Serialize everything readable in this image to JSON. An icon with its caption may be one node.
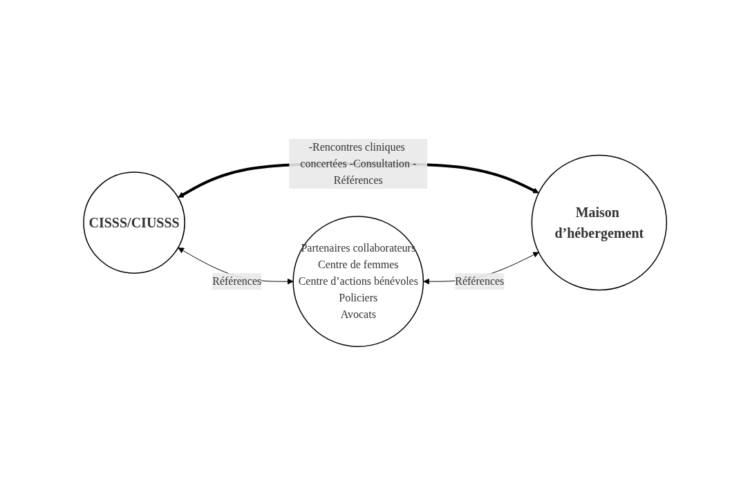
{
  "diagram": {
    "nodes": [
      {
        "text": [
          "CISSS/CIUSSS"
        ]
      },
      {
        "text": [
          "Maison d’hébergement"
        ]
      },
      {
        "text": [
          "Partenaires collaborateurs",
          "Centre de femmes",
          "Centre d’actions bénévoles",
          "Policiers",
          "Avocats"
        ]
      }
    ],
    "edges": [
      {
        "from": 0,
        "to": 1,
        "arrow": "both",
        "label": "-Rencontres cliniques concertées -Consultation -Références",
        "style": "thick"
      },
      {
        "from": 0,
        "to": 2,
        "arrow": "both",
        "label": "Références"
      },
      {
        "from": 2,
        "to": 1,
        "arrow": "both",
        "label": "Références"
      }
    ]
  }
}
